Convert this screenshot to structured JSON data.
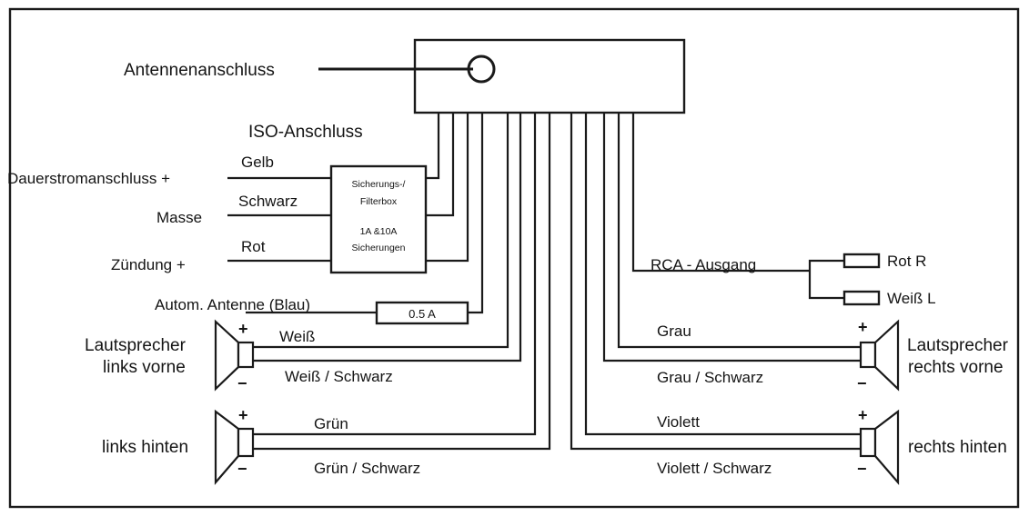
{
  "labels": {
    "antenna_connector": "Antennenanschluss",
    "iso_connector": "ISO-Anschluss",
    "permanent_power": "Dauerstromanschluss +",
    "ground": "Masse",
    "ignition": "Zündung +",
    "wire_yellow": "Gelb",
    "wire_black": "Schwarz",
    "wire_red": "Rot",
    "fuse_box_line1": "Sicherungs-/",
    "fuse_box_line2": "Filterbox",
    "fuse_box_line3": "1A &10A",
    "fuse_box_line4": "Sicherungen",
    "auto_antenna": "Autom. Antenne (Blau)",
    "fuse_value": "0.5 A",
    "rca_output": "RCA - Ausgang",
    "rca_red": "Rot R",
    "rca_white": "Weiß L",
    "speaker_front_left_line1": "Lautsprecher",
    "speaker_front_left_line2": "links vorne",
    "speaker_rear_left": "links hinten",
    "speaker_front_right_line1": "Lautsprecher",
    "speaker_front_right_line2": "rechts vorne",
    "speaker_rear_right": "rechts hinten",
    "wire_white": "Weiß",
    "wire_white_black": "Weiß / Schwarz",
    "wire_green": "Grün",
    "wire_green_black": "Grün / Schwarz",
    "wire_grey": "Grau",
    "wire_grey_black": "Grau / Schwarz",
    "wire_violet": "Violett",
    "wire_violet_black": "Violett / Schwarz",
    "plus": "+",
    "minus": "−"
  }
}
